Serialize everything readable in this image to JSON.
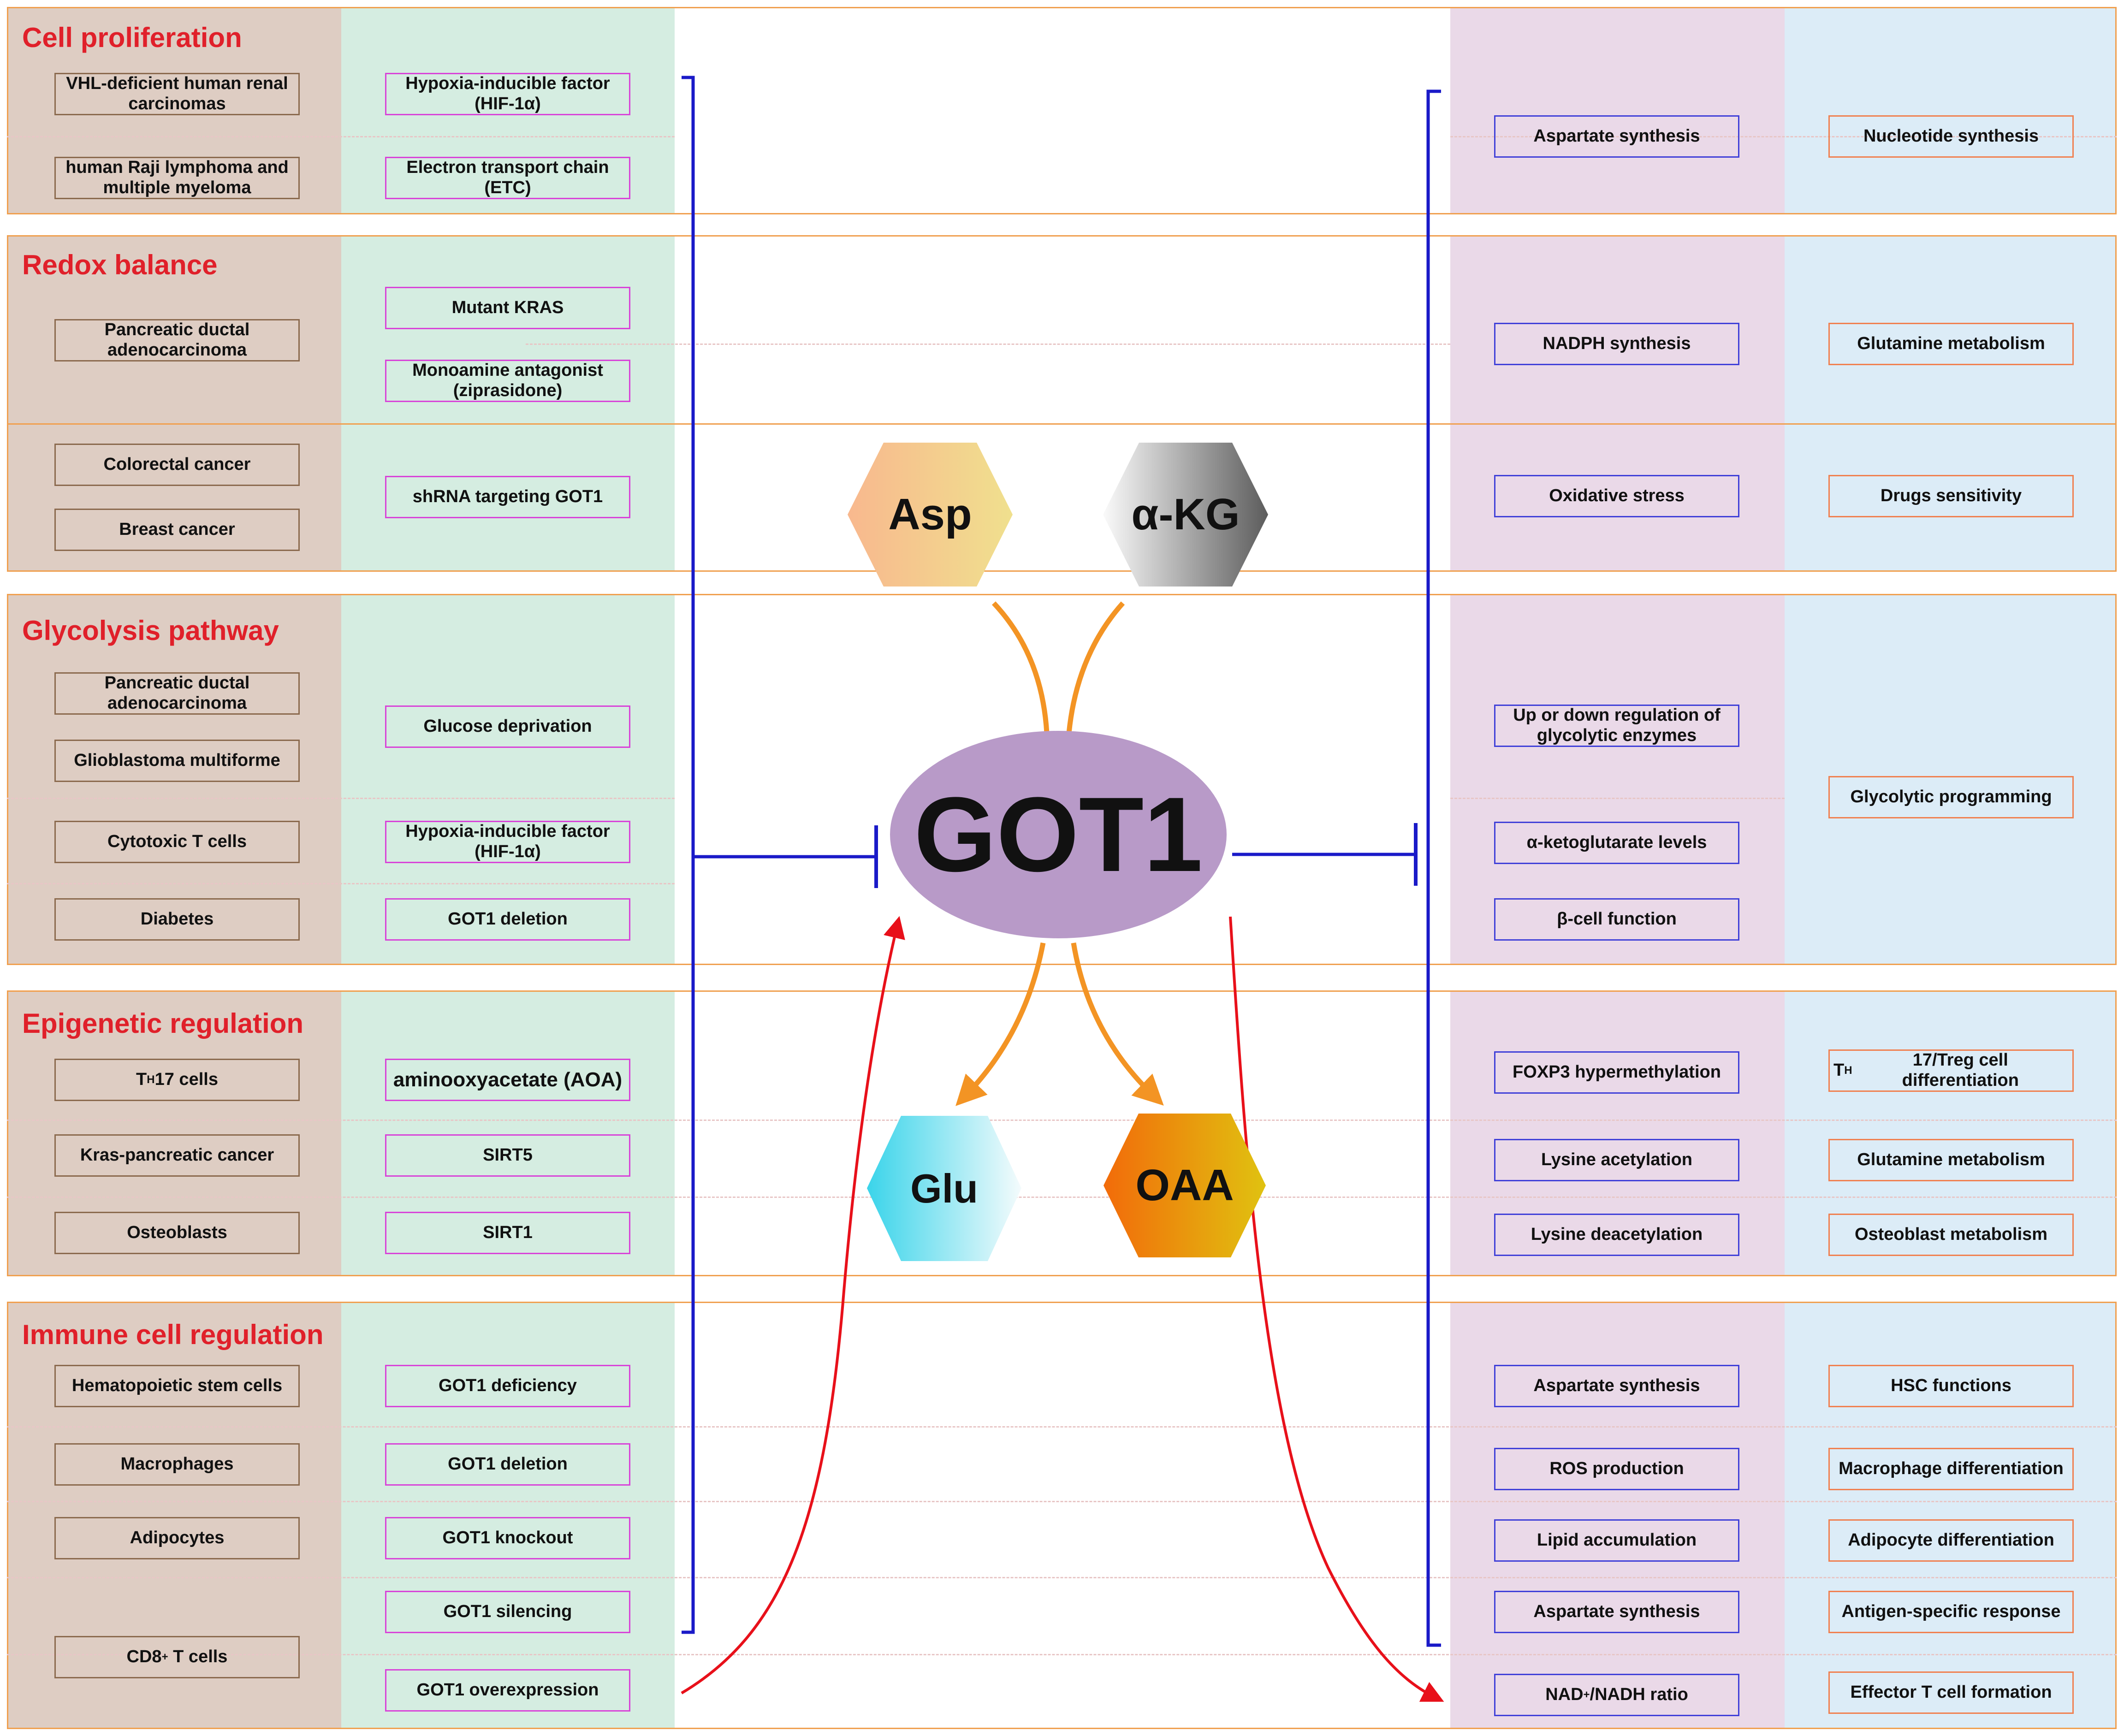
{
  "center": {
    "label": "GOT1"
  },
  "metabolites": {
    "asp": "Asp",
    "akg": "α-KG",
    "glu": "Glu",
    "oaa": "OAA"
  },
  "colors": {
    "col_context": "#decdc3",
    "col_regulator": "#d5ede1",
    "col_process": "#ead9e8",
    "col_outcome": "#dcecf7",
    "section_title": "#e0202a",
    "inhibit_line": "#1a1ac8",
    "activate_arrow": "#e8101a",
    "reaction_arrow": "#f39424",
    "got1_fill": "#b89ac8"
  },
  "sections": [
    {
      "title": "Cell proliferation",
      "rows": [
        {
          "context": "VHL-deficient human renal carcinomas",
          "regulator": "Hypoxia-inducible factor (HIF-1α)"
        },
        {
          "context": "human Raji lymphoma and multiple myeloma",
          "regulator": "Electron transport chain (ETC)"
        }
      ],
      "process": [
        "Aspartate synthesis"
      ],
      "outcome": [
        "Nucleotide synthesis"
      ]
    },
    {
      "title": "Redox balance",
      "rows": [
        {
          "context": "Pancreatic ductal adenocarcinoma",
          "regulator": "Mutant KRAS"
        },
        {
          "context": "",
          "regulator": "Monoamine antagonist (ziprasidone)"
        },
        {
          "context": "Colorectal cancer",
          "regulator": "shRNA targeting GOT1"
        },
        {
          "context": "Breast cancer",
          "regulator": ""
        }
      ],
      "process": [
        "NADPH synthesis",
        "Oxidative stress"
      ],
      "outcome": [
        "Glutamine metabolism",
        "Drugs sensitivity"
      ]
    },
    {
      "title": "Glycolysis pathway",
      "rows": [
        {
          "context": "Pancreatic ductal adenocarcinoma",
          "regulator": "Glucose deprivation"
        },
        {
          "context": "Glioblastoma multiforme",
          "regulator": ""
        },
        {
          "context": "Cytotoxic T cells",
          "regulator": "Hypoxia-inducible factor (HIF-1α)"
        },
        {
          "context": "Diabetes",
          "regulator": "GOT1 deletion"
        }
      ],
      "process": [
        "Up or down regulation of glycolytic enzymes",
        "α-ketoglutarate levels",
        "β-cell function"
      ],
      "outcome": [
        "Glycolytic programming"
      ]
    },
    {
      "title": "Epigenetic regulation",
      "rows": [
        {
          "context_main": "T",
          "context_sub": "H",
          "context_rest": "17 cells",
          "regulator": "aminooxyacetate (AOA)"
        },
        {
          "context": "Kras-pancreatic cancer",
          "regulator": "SIRT5"
        },
        {
          "context": "Osteoblasts",
          "regulator": "SIRT1"
        }
      ],
      "process": [
        "FOXP3 hypermethylation",
        "Lysine acetylation",
        "Lysine deacetylation"
      ],
      "outcome_first": {
        "main": "T",
        "sub": "H",
        "rest": "17/Treg cell differentiation"
      },
      "outcome": [
        "Glutamine metabolism",
        "Osteoblast metabolism"
      ]
    },
    {
      "title": "Immune cell regulation",
      "rows": [
        {
          "context": "Hematopoietic stem cells",
          "regulator": "GOT1 deficiency"
        },
        {
          "context": "Macrophages",
          "regulator": "GOT1 deletion"
        },
        {
          "context": "Adipocytes",
          "regulator": "GOT1 knockout"
        },
        {
          "context": "",
          "regulator": "GOT1 silencing"
        },
        {
          "context_main": "CD8",
          "context_sup": "+",
          "context_rest": " T cells",
          "regulator": "GOT1 overexpression"
        }
      ],
      "process": [
        "Aspartate synthesis",
        "ROS production",
        "Lipid accumulation",
        "Aspartate synthesis"
      ],
      "process_last": {
        "main": "NAD",
        "sup": "+",
        "rest": "/NADH ratio"
      },
      "outcome": [
        "HSC functions",
        "Macrophage differentiation",
        "Adipocyte differentiation",
        "Antigen-specific response",
        "Effector T cell formation"
      ]
    }
  ]
}
